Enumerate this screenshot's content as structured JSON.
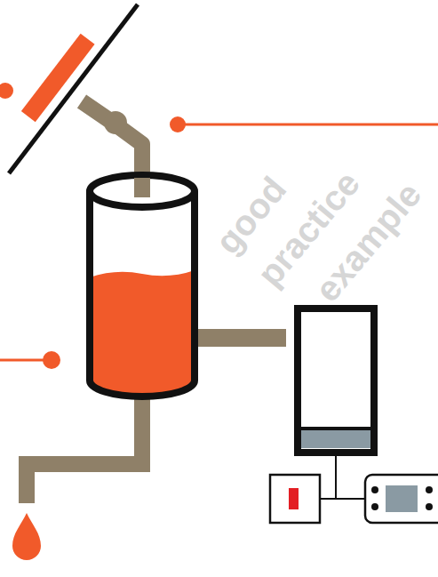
{
  "diagram": {
    "labels": [
      "good",
      "practice",
      "example"
    ]
  }
}
